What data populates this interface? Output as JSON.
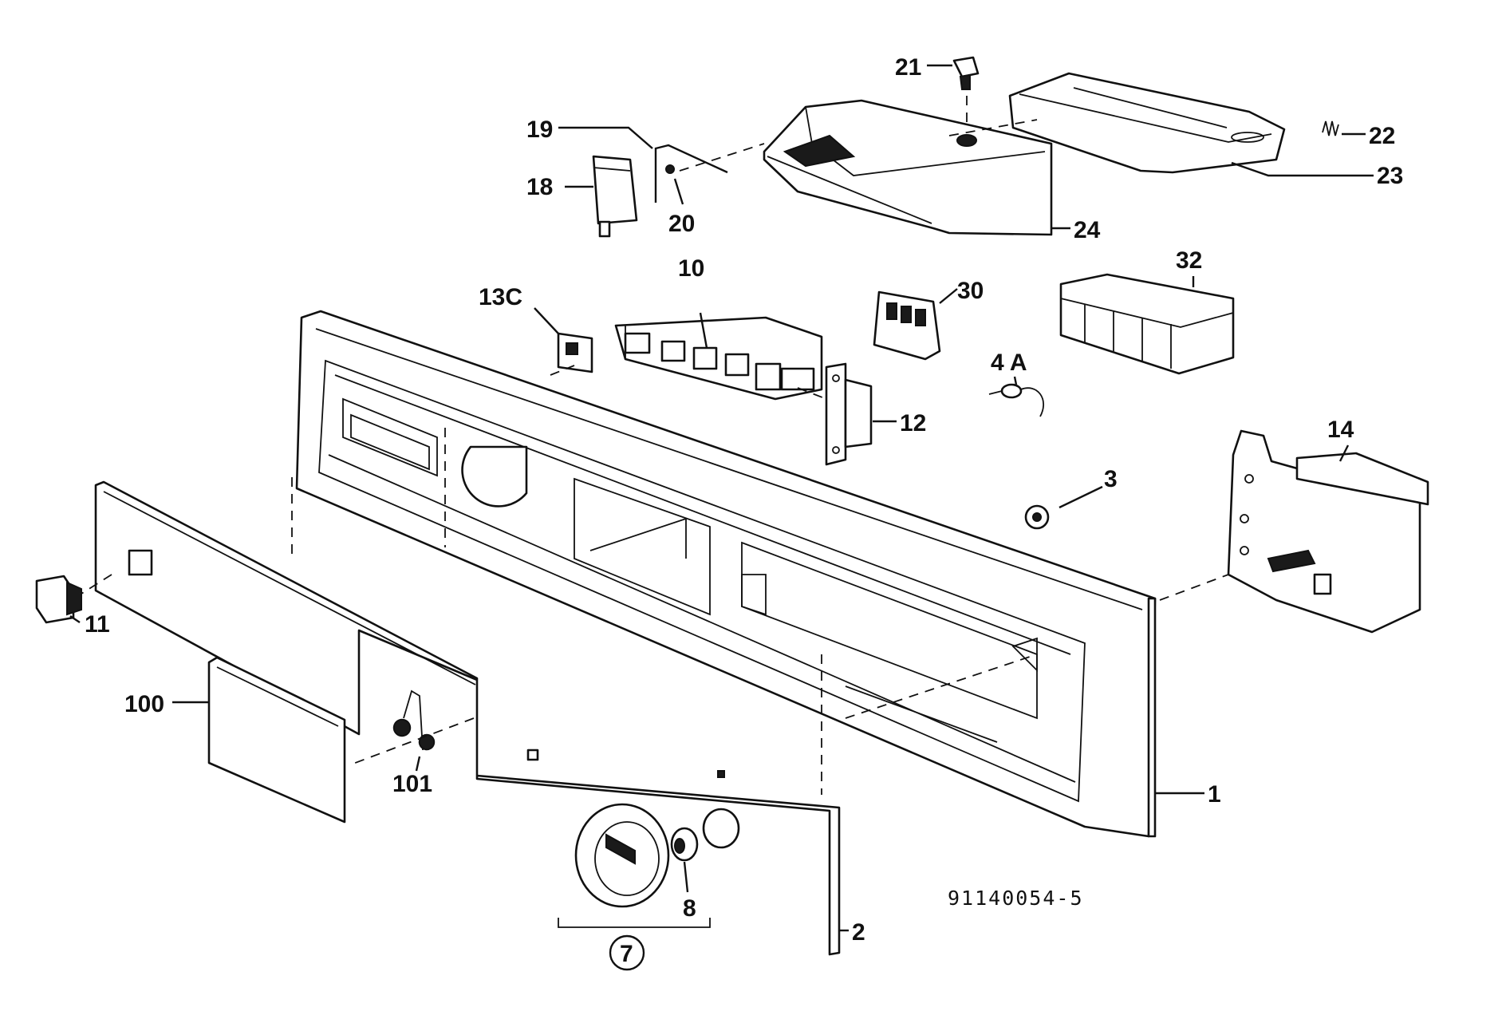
{
  "labels": {
    "p1": "1",
    "p2": "2",
    "p3": "3",
    "p4a": "4 A",
    "p7": "7",
    "p8": "8",
    "p10": "10",
    "p11": "11",
    "p12": "12",
    "p13c": "13C",
    "p14": "14",
    "p18": "18",
    "p19": "19",
    "p20": "20",
    "p21": "21",
    "p22": "22",
    "p23": "23",
    "p24": "24",
    "p30": "30",
    "p32": "32",
    "p100": "100",
    "p101": "101"
  },
  "drawing_code": "91140054-5"
}
